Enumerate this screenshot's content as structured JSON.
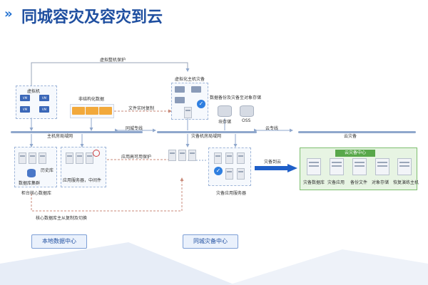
{
  "page": {
    "title": "同城容灾及容灾到云",
    "chevrons": "»"
  },
  "local": {
    "vm_label": "虚拟机",
    "vm_tags": [
      "VM",
      "VM",
      "VM",
      "VM"
    ],
    "unstructured_label": "非结构化数据",
    "network_label": "主机房局域网",
    "history_label": "历史库",
    "db_cluster_label": "数据库集群",
    "db_caption": "柜台核心数据库",
    "app_caption": "应用服务器，中间件",
    "footer_label": "本地数据中心"
  },
  "dr": {
    "virt_backup_label": "虚拟化主机灾备",
    "backup_caption": "数据备份及灾备至对象存储",
    "block_label": "块存储",
    "oss_label": "OSS",
    "network_label": "灾备机房局域网",
    "server_caption": "灾备应用服务器",
    "footer_label": "同城灾备中心"
  },
  "cloud": {
    "network_label": "云灾备",
    "center_label": "云灾备中心",
    "items": [
      "灾备数据库",
      "灾备应用",
      "备份文件",
      "对象存储",
      "恢复演练主机"
    ]
  },
  "links": {
    "vm_protect": "虚拟整机保护",
    "file_copy": "文件实时复制",
    "city_link": "同城专线",
    "cloud_link": "云专线",
    "app_ha": "应用高可用保护",
    "dr_to_cloud": "灾备到云",
    "db_replication": "核心数据库主从复制及切换"
  }
}
